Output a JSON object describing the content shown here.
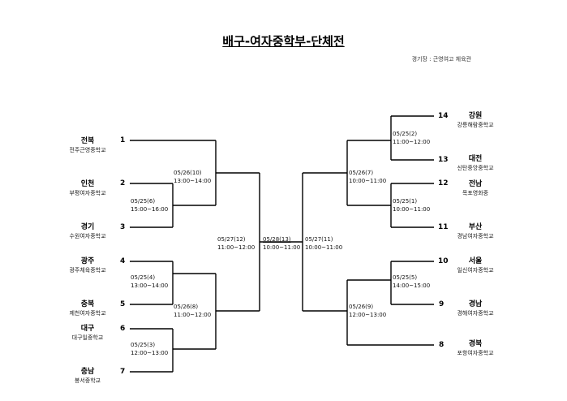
{
  "title": "배구-여자중학부-단체전",
  "venue": "경기장 : 근영여고 체육관",
  "teams_left": [
    {
      "seed": "1",
      "region": "전북",
      "school": "전주근영중학교"
    },
    {
      "seed": "2",
      "region": "인천",
      "school": "부평여자중학교"
    },
    {
      "seed": "3",
      "region": "경기",
      "school": "수원여자중학교"
    },
    {
      "seed": "4",
      "region": "광주",
      "school": "광주체육중학교"
    },
    {
      "seed": "5",
      "region": "충북",
      "school": "제천여자중학교"
    },
    {
      "seed": "6",
      "region": "대구",
      "school": "대구일중학교"
    },
    {
      "seed": "7",
      "region": "충남",
      "school": "봉서중학교"
    }
  ],
  "teams_right": [
    {
      "seed": "14",
      "region": "강원",
      "school": "강릉해람중학교"
    },
    {
      "seed": "13",
      "region": "대전",
      "school": "신탄중앙중학교"
    },
    {
      "seed": "12",
      "region": "전남",
      "school": "목포영화중"
    },
    {
      "seed": "11",
      "region": "부산",
      "school": "경남여자중학교"
    },
    {
      "seed": "10",
      "region": "서울",
      "school": "일신여자중학교"
    },
    {
      "seed": "9",
      "region": "경남",
      "school": "경해여자중학교"
    },
    {
      "seed": "8",
      "region": "경북",
      "school": "포항여자중학교"
    }
  ],
  "matches": {
    "l_2v3": {
      "date": "05/25(6)",
      "time": "15:00~16:00"
    },
    "l_1vw": {
      "date": "05/26(10)",
      "time": "13:00~14:00"
    },
    "l_4v5": {
      "date": "05/25(4)",
      "time": "13:00~14:00"
    },
    "l_6v7": {
      "date": "05/25(3)",
      "time": "12:00~13:00"
    },
    "l_bot": {
      "date": "05/26(8)",
      "time": "11:00~12:00"
    },
    "l_semi": {
      "date": "05/27(12)",
      "time": "11:00~12:00"
    },
    "final": {
      "date": "05/28(13)",
      "time": "10:00~11:00"
    },
    "r_semi": {
      "date": "05/27(11)",
      "time": "10:00~11:00"
    },
    "r_14v13": {
      "date": "05/25(2)",
      "time": "11:00~12:00"
    },
    "r_12v11": {
      "date": "05/25(1)",
      "time": "10:00~11:00"
    },
    "r_top": {
      "date": "05/26(7)",
      "time": "10:00~11:00"
    },
    "r_10v9": {
      "date": "05/25(5)",
      "time": "14:00~15:00"
    },
    "r_bot": {
      "date": "05/26(9)",
      "time": "12:00~13:00"
    }
  }
}
